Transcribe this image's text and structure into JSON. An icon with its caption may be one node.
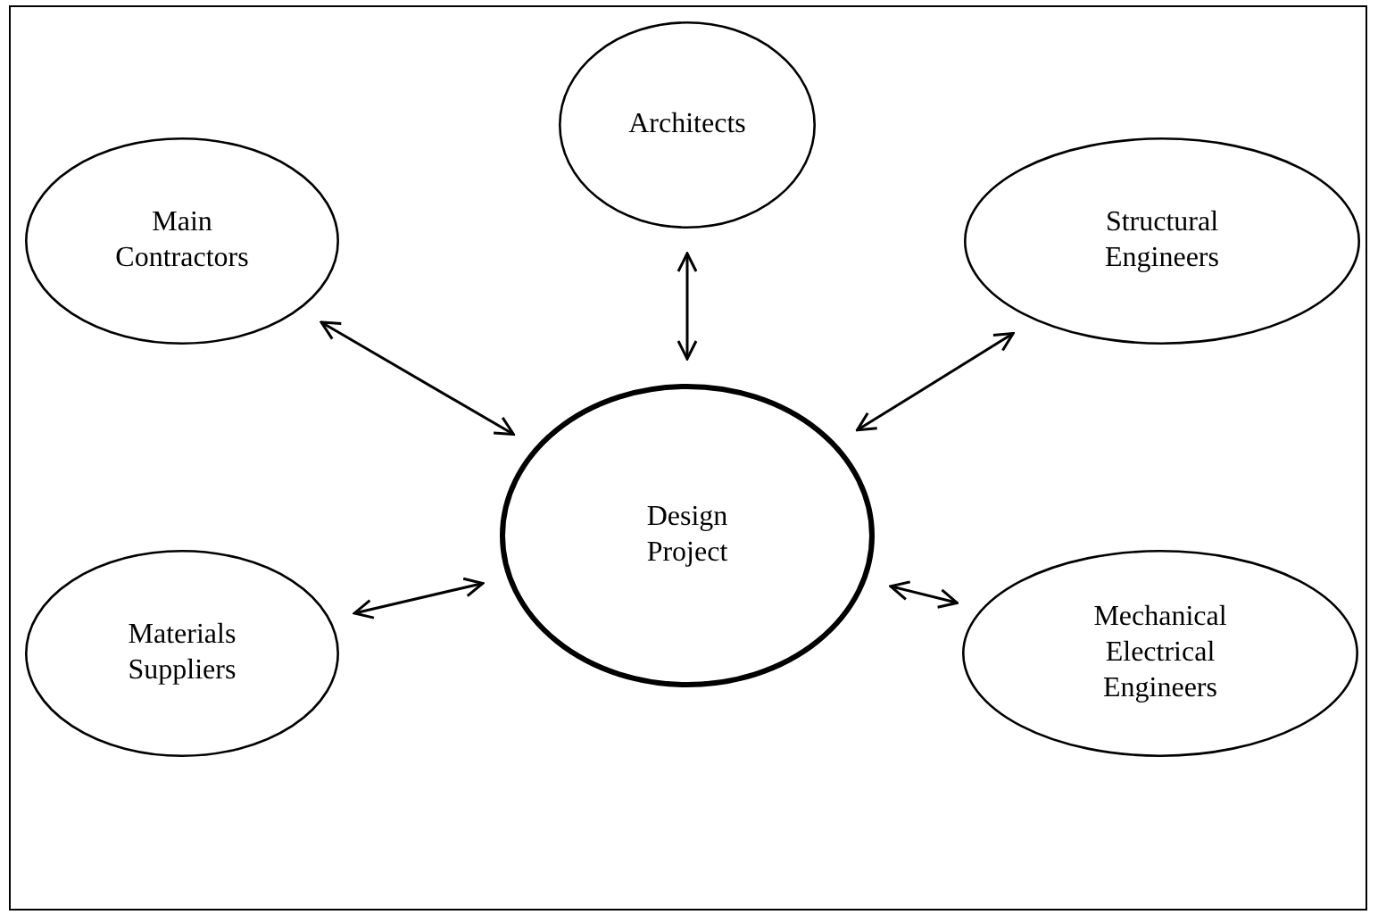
{
  "diagram": {
    "nodes": [
      {
        "text": [
          "Architects"
        ]
      },
      {
        "text": [
          "Main Contractors"
        ]
      },
      {
        "text": [
          "Structural Engineers"
        ]
      },
      {
        "text": [
          "Design Project"
        ]
      },
      {
        "text": [
          "Materials Suppliers"
        ]
      },
      {
        "text": [
          "Mechanical Electrical Engineers"
        ]
      }
    ],
    "edges": [
      {
        "from": 3,
        "to": 0,
        "arrow": "both"
      },
      {
        "from": 3,
        "to": 1,
        "arrow": "both"
      },
      {
        "from": 3,
        "to": 2,
        "arrow": "both"
      },
      {
        "from": 3,
        "to": 4,
        "arrow": "both"
      },
      {
        "from": 3,
        "to": 5,
        "arrow": "both"
      }
    ]
  }
}
